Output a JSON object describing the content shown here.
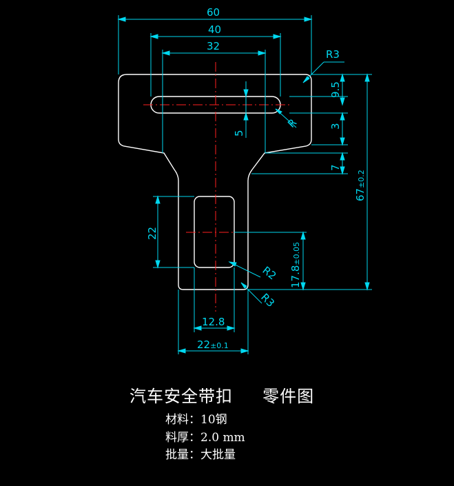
{
  "title": "汽车安全带扣     零件图",
  "dimensions": {
    "d60": "60",
    "d40": "40",
    "d32": "32",
    "r3_top": "R3",
    "d9_5": "9.5",
    "r_slot": "R",
    "d5": "5",
    "d3": "3",
    "d7": "7",
    "d67_base": "67",
    "d67_tol": "±0.2",
    "d22_left": "22",
    "d17_8_base": "17.8",
    "d17_8_tol": "±0.05",
    "r2": "R2",
    "r3_bottom": "R3",
    "d12_8": "12.8",
    "d22_base": "22",
    "d22_tol": "±0.1"
  },
  "specs": [
    {
      "label": "材料：",
      "value": "10钢"
    },
    {
      "label": "料厚：",
      "value": "2.0 mm"
    },
    {
      "label": "批量：",
      "value": "大批量"
    }
  ],
  "colors": {
    "outline": "#ffffff",
    "dimension": "#00d8f0",
    "centerline": "#ff2020",
    "background": "#000000"
  }
}
